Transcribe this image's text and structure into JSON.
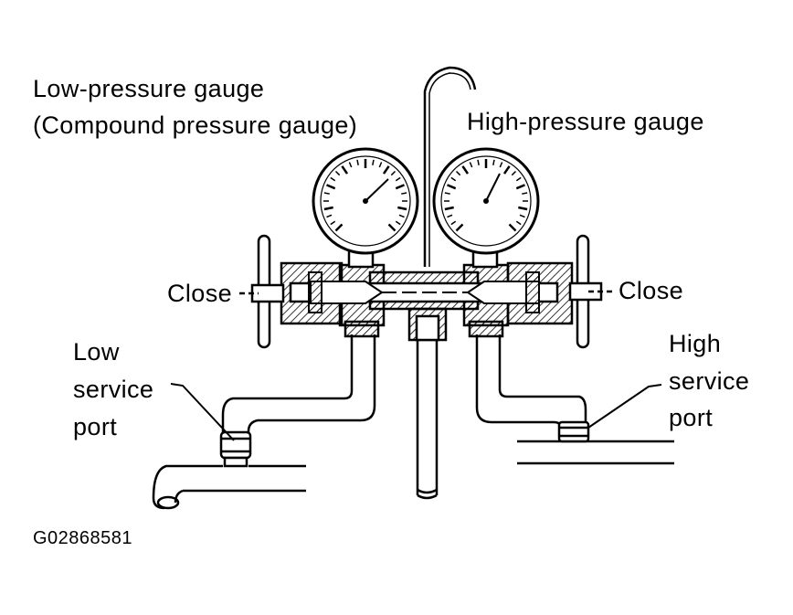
{
  "labels": {
    "low_gauge_line1": "Low-pressure gauge",
    "low_gauge_line2": "(Compound pressure gauge)",
    "high_gauge": "High-pressure gauge",
    "close_left": "Close",
    "close_right": "Close",
    "low_port_line1": "Low",
    "low_port_line2": "service",
    "low_port_line3": "port",
    "high_port_line1": "High",
    "high_port_line2": "service",
    "high_port_line3": "port"
  },
  "figure_id": "G02868581",
  "colors": {
    "ink": "#000000",
    "paper": "#ffffff"
  }
}
